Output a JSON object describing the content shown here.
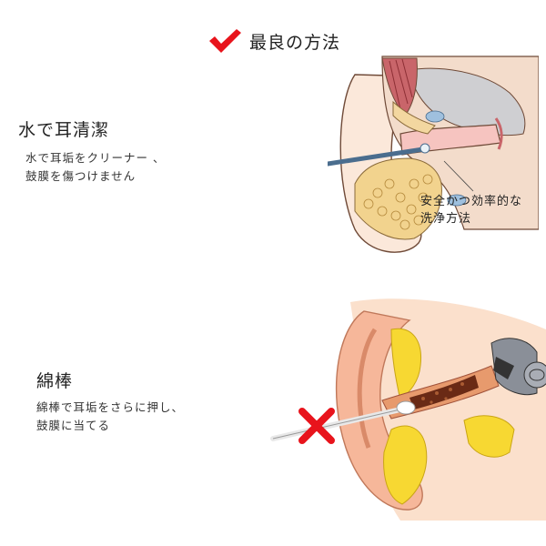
{
  "header": {
    "title": "最良の方法",
    "icon": "checkmark-icon",
    "accent_color": "#e8141c"
  },
  "water_section": {
    "title": "水で耳清潔",
    "desc_line1": "水で耳垢をクリーナー 、",
    "desc_line2": "鼓膜を傷つけません",
    "caption_line1": "安全かつ効率的な",
    "caption_line2": "洗浄方法"
  },
  "swab_section": {
    "title": "綿棒",
    "desc_line1": "綿棒で耳垢をさらに押し、",
    "desc_line2": "鼓膜に当てる",
    "icon": "cross-icon"
  }
}
